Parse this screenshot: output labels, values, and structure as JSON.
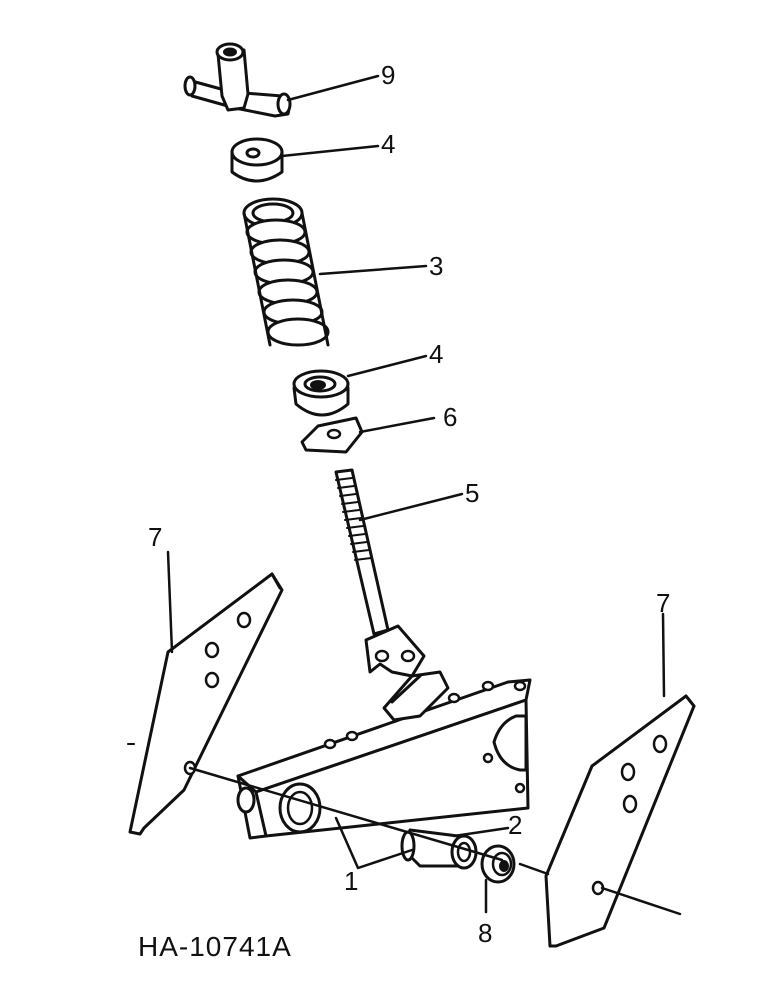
{
  "callouts": {
    "tee_handle": "9",
    "spring_cup_upper": "4",
    "spring": "3",
    "spring_cup_lower": "4",
    "plate": "6",
    "rod": "5",
    "side_plate_left": "7",
    "side_plate_right": "7",
    "bushing": "2",
    "arm": "1",
    "washer": "8"
  },
  "figure_id": "HA-10741A"
}
